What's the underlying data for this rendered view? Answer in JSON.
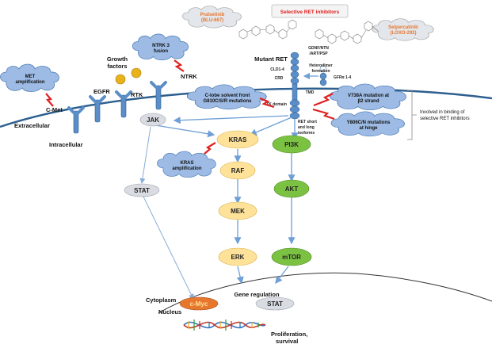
{
  "header": {
    "selective_ret_inhibitors": "Selective RET inhibitors"
  },
  "drugs": {
    "pralsetinib": [
      "Pralsetinib",
      "(BLU-667)"
    ],
    "selpercatinib": [
      "Selpercatinib",
      "(LOXO-292)"
    ]
  },
  "receptors": {
    "mutant_ret": "Mutant RET",
    "cld": "CLD1-4",
    "crd": "CRD",
    "tmd": "TMD",
    "tk_domain": "TK domain",
    "gfra": "GFRα 1-4",
    "ligands": [
      "GDNF/NTN",
      "/ART/PSP"
    ],
    "heterodimer": [
      "Heterodimer",
      "formation"
    ],
    "ret_isoforms": [
      "RET short",
      "and long",
      "isoforms"
    ],
    "egfr": "EGFR",
    "rtk": "RTK",
    "ntrk": "NTRK",
    "c_met": "C-Met",
    "growth_factors": [
      "Growth",
      "factors"
    ]
  },
  "clouds": {
    "met_amp": [
      "MET",
      "amplification"
    ],
    "ntrk3_fusion": [
      "NTRK 3",
      "fusion"
    ],
    "c_lobe": [
      "C-lobe solvent front",
      "G810C/S/R mutations"
    ],
    "v738a": [
      "V738A mutation at",
      "β2 strand"
    ],
    "y806": [
      "Y806C/N mutations",
      "at hinge"
    ],
    "kras_amp": [
      "KRAS",
      "amplification"
    ]
  },
  "side_note": [
    "Involved in binding of",
    "selective RET inhibitors"
  ],
  "compartments": {
    "extracellular": "Extracellular",
    "intracellular": "Intracellular",
    "cytoplasm": "Cytoplasm",
    "nucleus": "Nucleus"
  },
  "nodes": {
    "jak": "JAK",
    "stat_cyto": "STAT",
    "kras": "KRAS",
    "raf": "RAF",
    "mek": "MEK",
    "erk": "ERK",
    "pi3k": "PI3K",
    "akt": "AKT",
    "mtor": "mTOR",
    "cmyc": "c-Myc",
    "stat_nuc": "STAT"
  },
  "outputs": {
    "gene_regulation": "Gene regulation",
    "proliferation": [
      "Proliferation,",
      "survival"
    ]
  },
  "colors": {
    "cloud": "#9dbbe4",
    "cloud_stroke": "#4f7fb8",
    "kras_pathway": "#ffe29a",
    "pi3k_pathway": "#7cc242",
    "cmyc": "#e8772e",
    "gray_node": "#d9dde3",
    "receptor": "#5b8ec8",
    "inhibit_red": "#e02020",
    "arrow": "#6e9fd6"
  }
}
